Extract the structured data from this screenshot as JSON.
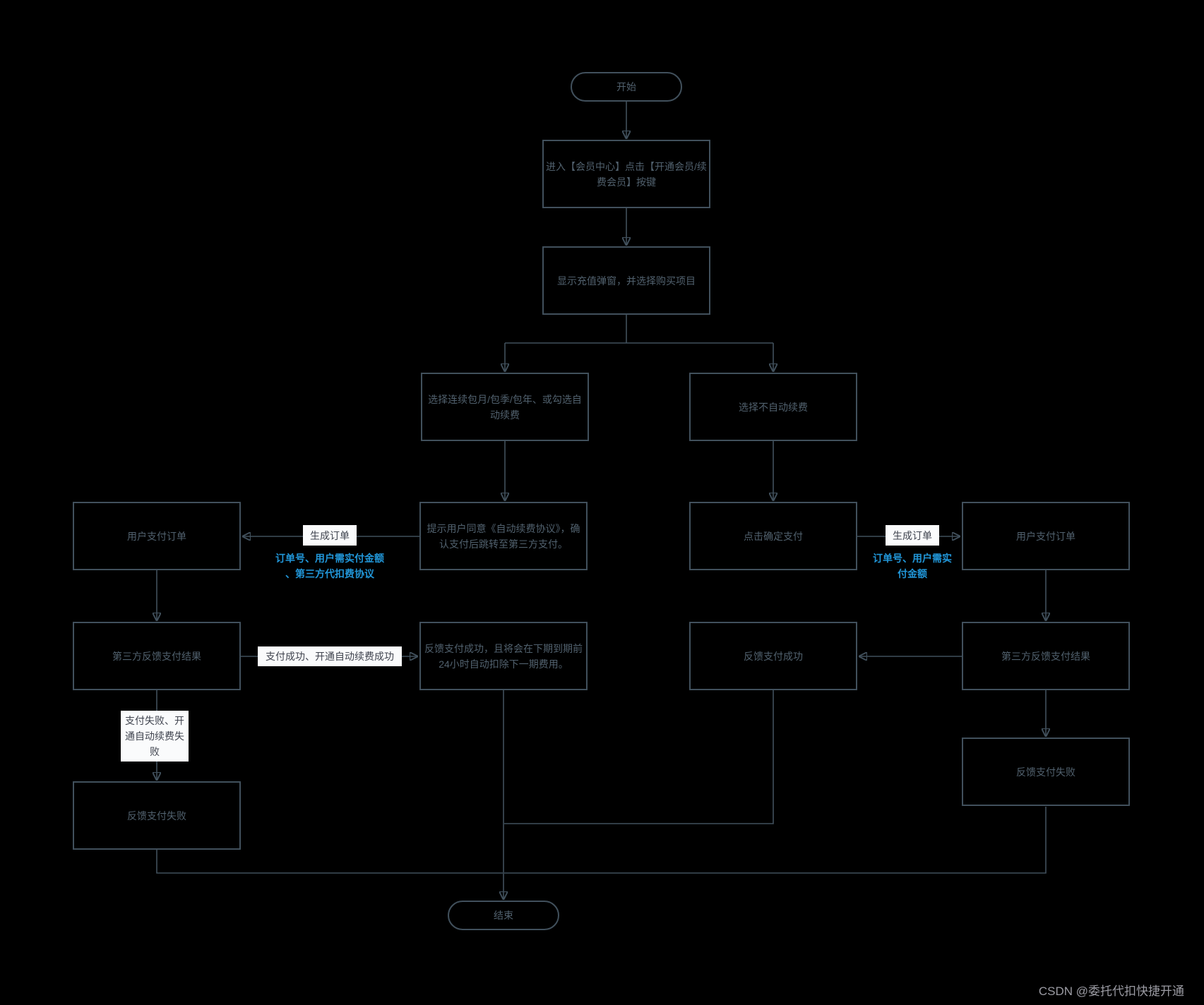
{
  "diagram": {
    "type": "flowchart",
    "colors": {
      "background": "#000000",
      "line": "#41505c",
      "node_text": "#51616e",
      "label_background": "#fafbfc",
      "label_text": "#3f434e",
      "accent_blue": "#2196d8",
      "watermark_gray": "#9b9ba3"
    },
    "nodes": {
      "start": "开始",
      "enter_member_center": "进入【会员中心】点击【开通会员/续费会员】按键",
      "show_recharge_popup": "显示充值弹窗，并选择购买项目",
      "choose_auto_renew": "选择连续包月/包季/包年、或勾选自动续费",
      "choose_no_auto_renew": "选择不自动续费",
      "agree_agreement": "提示用户同意《自动续费协议》，确认支付后跳转至第三方支付。",
      "user_pay_order_left": "用户支付订单",
      "click_confirm_pay": "点击确定支付",
      "user_pay_order_right": "用户支付订单",
      "third_party_result_left": "第三方反馈支付结果",
      "feedback_success_detail": "反馈支付成功，且将会在下期到期前24小时自动扣除下一期费用。",
      "feedback_success_right": "反馈支付成功",
      "third_party_result_right": "第三方反馈支付结果",
      "feedback_fail_left": "反馈支付失败",
      "feedback_fail_right": "反馈支付失败",
      "end": "结束"
    },
    "edge_labels": {
      "generate_order_left": "生成订单",
      "generate_order_right": "生成订单",
      "order_info_left": "订单号、用户需实付金额\n、第三方代扣费协议",
      "order_info_right": "订单号、用户需实\n付金额",
      "pay_success": "支付成功、开通自动续费成功",
      "pay_fail": "支付失败、开\n通自动续费失\n败"
    },
    "watermark": "CSDN @委托代扣快捷开通"
  }
}
